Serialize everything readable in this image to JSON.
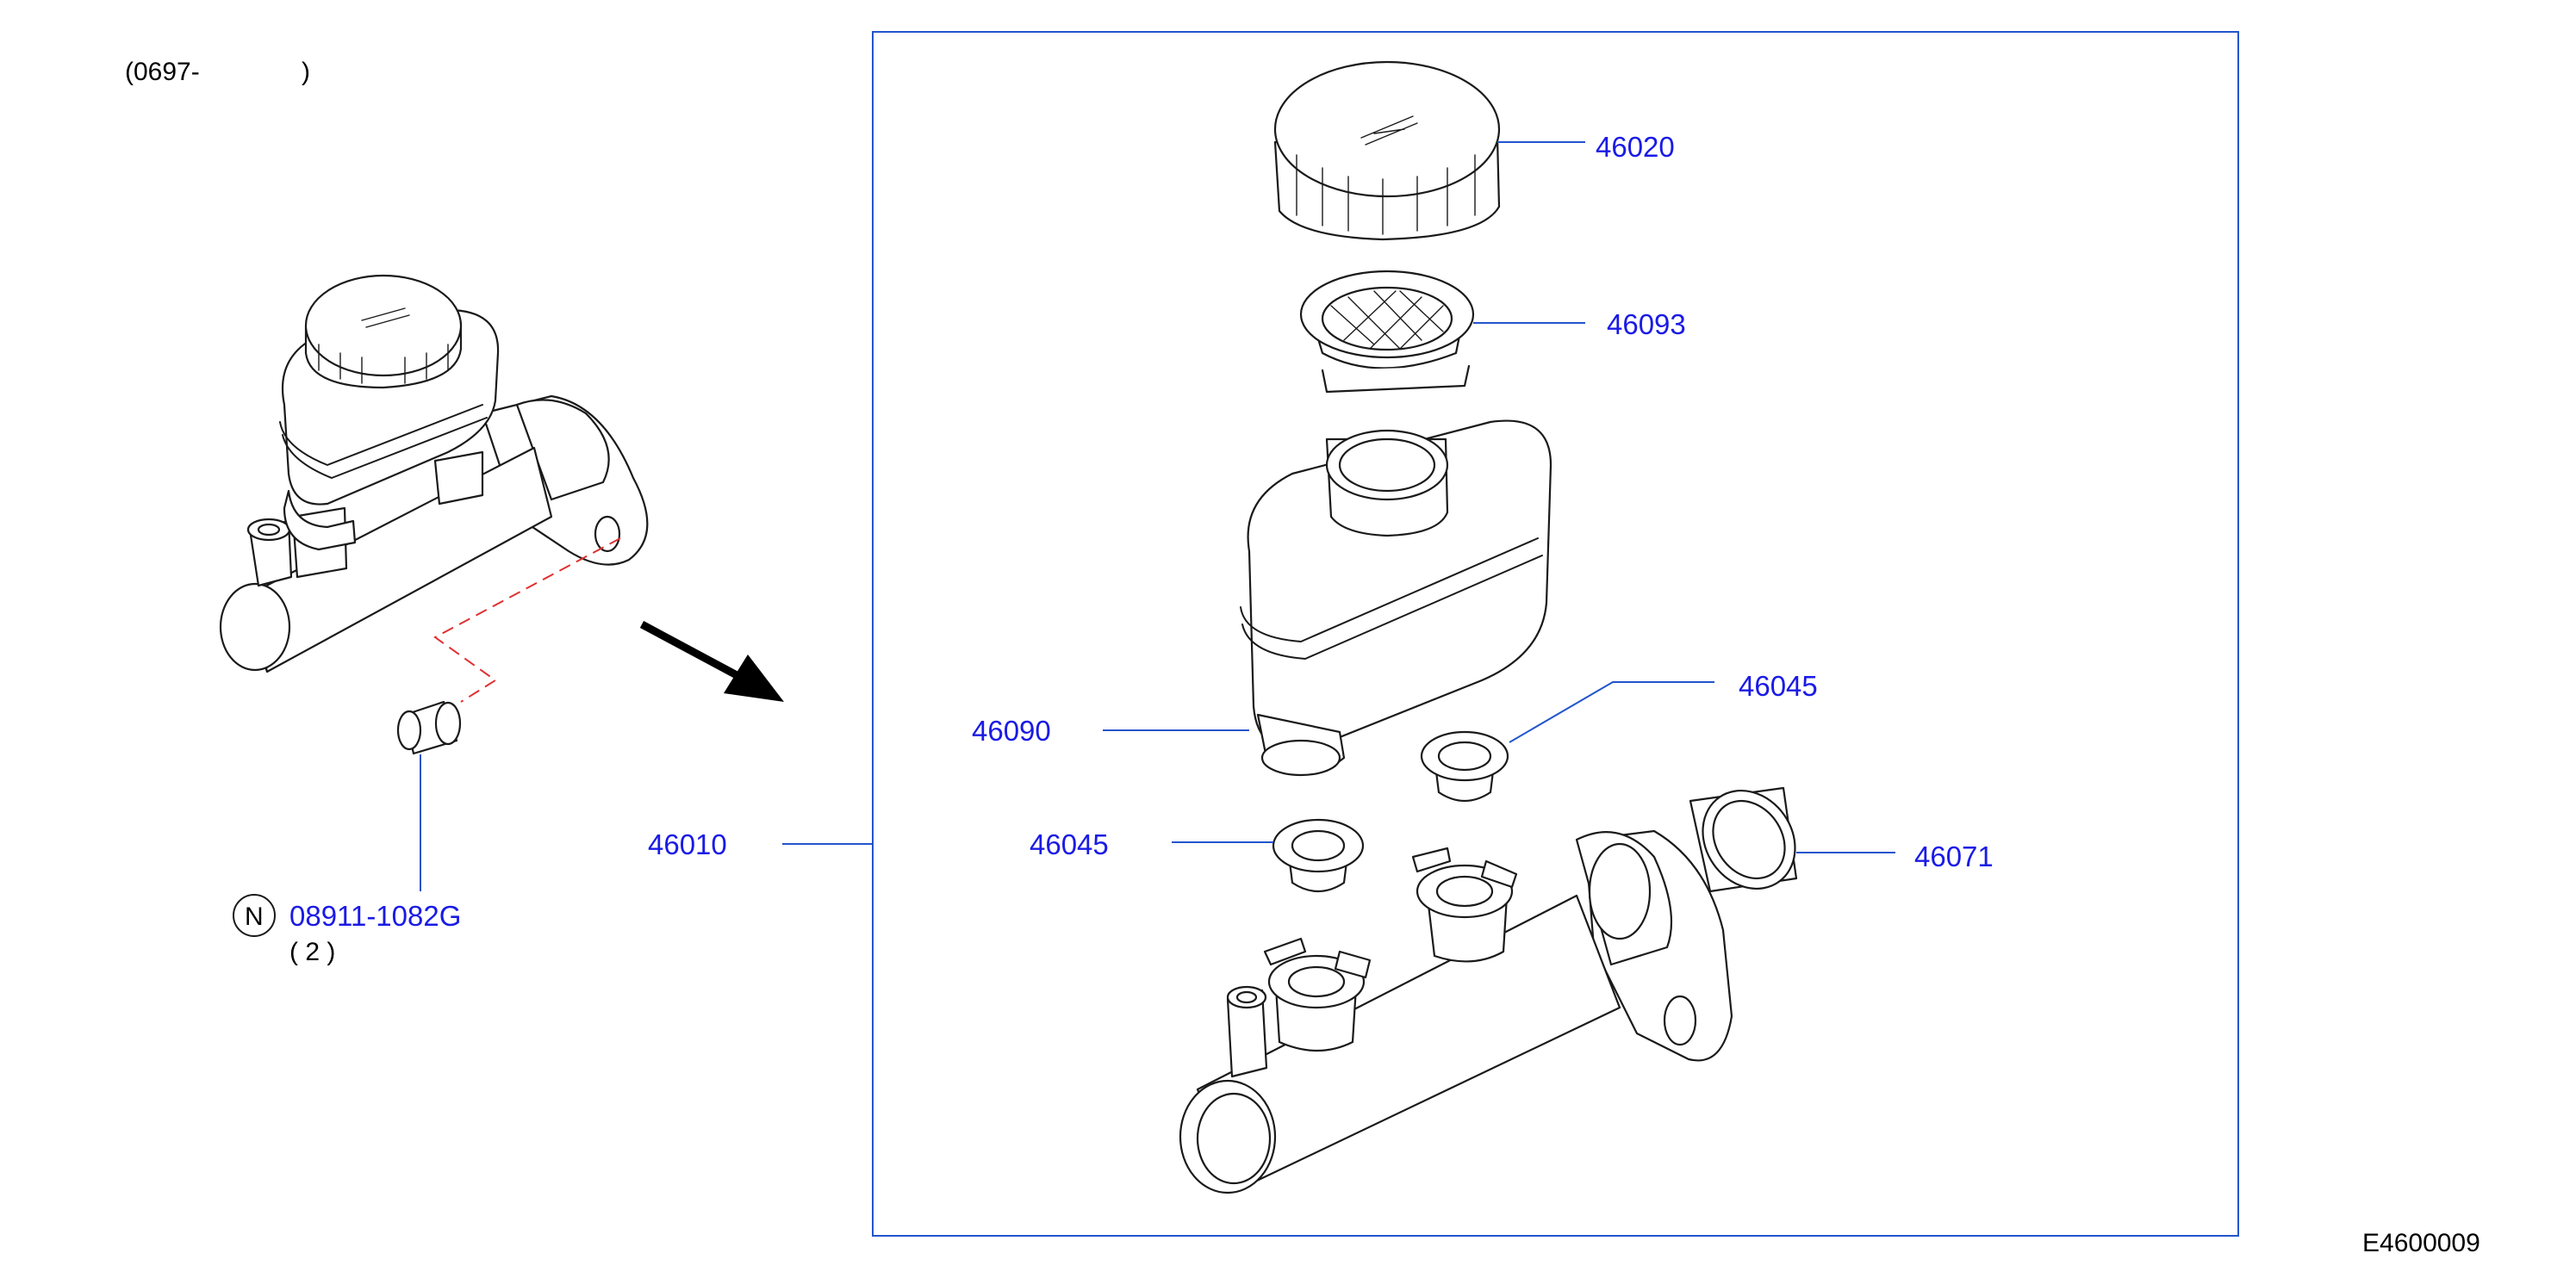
{
  "header": {
    "applicability": "(0697-",
    "close_paren": ")"
  },
  "left": {
    "nut_badge": "N",
    "nut_part": "08911-1082G",
    "nut_qty": "( 2 )"
  },
  "callouts": {
    "assembly": "46010",
    "cap": "46020",
    "strainer": "46093",
    "reservoir": "46090",
    "grommet_upper": "46045",
    "grommet_lower": "46045",
    "seal": "46071"
  },
  "footer": {
    "code": "E4600009"
  },
  "colors": {
    "callout": "#1a1ae6",
    "leader": "#2255cc",
    "dashed": "#e03030",
    "line": "#1a1a1a"
  }
}
